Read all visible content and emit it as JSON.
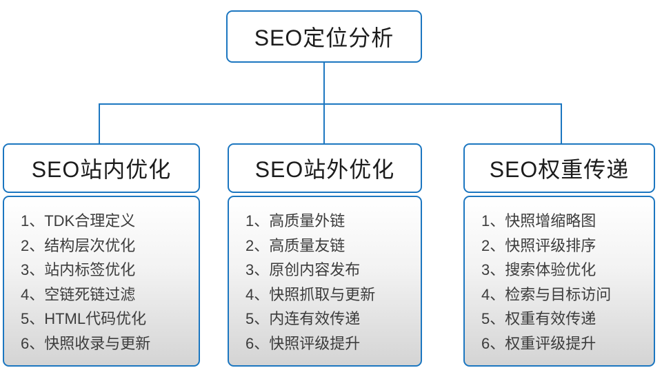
{
  "colors": {
    "line_blue": "#1b76c0",
    "header_text": "#1c1c1c",
    "item_text": "#3c3c3c",
    "list_gradient_top": "#ffffff",
    "list_gradient_bottom": "#d4d4d4",
    "box_background": "#ffffff"
  },
  "root": {
    "label": "SEO定位分析"
  },
  "columns": [
    {
      "header": "SEO站内优化",
      "items": [
        "1、TDK合理定义",
        "2、结构层次优化",
        "3、站内标签优化",
        "4、空链死链过滤",
        "5、HTML代码优化",
        "6、快照收录与更新"
      ]
    },
    {
      "header": "SEO站外优化",
      "items": [
        "1、高质量外链",
        "2、高质量友链",
        "3、原创内容发布",
        "4、快照抓取与更新",
        "5、内连有效传递",
        "6、快照评级提升"
      ]
    },
    {
      "header": "SEO权重传递",
      "items": [
        "1、快照增缩略图",
        "2、快照评级排序",
        "3、搜索体验优化",
        "4、检索与目标访问",
        "5、权重有效传递",
        "6、权重评级提升"
      ]
    }
  ]
}
